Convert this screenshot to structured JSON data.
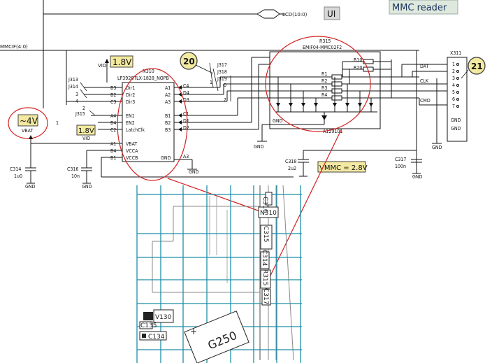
{
  "title_box": "MMC reader",
  "ui_tag": "UI",
  "lcd_label": "LCD(10:0)",
  "mmcif_label": "MMCIF(4:0)",
  "callouts": {
    "c20": "20",
    "c21": "21"
  },
  "voltages": {
    "v18_top": "1.8V",
    "v18_mid": "1.8V",
    "v4": "~4V",
    "vmmc": "VMMC = 2.8V"
  },
  "net_labels": {
    "vio_top": "VIO",
    "vio_mid": "VIO",
    "vbat_left": "VBAT",
    "one": "1"
  },
  "n310": {
    "ref": "N310",
    "part": "LP3928TLX-1828_NOPB",
    "left_pins": [
      {
        "num": "B3",
        "name": "Dir1"
      },
      {
        "num": "B2",
        "name": "Dir2"
      },
      {
        "num": "C3",
        "name": "Dir3"
      },
      {
        "num": "A4",
        "name": "EN1"
      },
      {
        "num": "B4",
        "name": "EN2"
      },
      {
        "num": "C2",
        "name": "LatchClk"
      },
      {
        "num": "A1",
        "name": "VBAT"
      },
      {
        "num": "B4",
        "name": "VCCA"
      },
      {
        "num": "B1",
        "name": "VCCB"
      }
    ],
    "right_pins": [
      {
        "num": "A1",
        "side": "C4"
      },
      {
        "num": "A2",
        "side": "D4"
      },
      {
        "num": "A3",
        "side": "D3"
      },
      {
        "num": "B1",
        "side": "C1"
      },
      {
        "num": "B2",
        "side": "D1"
      },
      {
        "num": "B3",
        "side": "D2"
      }
    ],
    "gnd_pin": "GND",
    "gnd_num": "A3"
  },
  "jumpers": [
    "J313",
    "J314",
    "J315",
    "J317",
    "J318",
    "J319"
  ],
  "jumper_nums_left": [
    "3",
    "2",
    "4"
  ],
  "jumper_nums_right": [
    "1",
    "0",
    "2"
  ],
  "r315": {
    "ref": "R315",
    "part": "EMIF04-MMC02F2",
    "pins": [
      "R1",
      "R2",
      "R3",
      "R4"
    ],
    "pullups": [
      "R10",
      "R20"
    ],
    "gnd": "GND",
    "code": "A129101"
  },
  "x311": {
    "ref": "X311",
    "signals": [
      "DAT",
      "CLK",
      "CMD"
    ],
    "pins": [
      "1",
      "2",
      "3",
      "4",
      "5",
      "6",
      "7"
    ],
    "gnd1": "GND",
    "gnd2": "GND"
  },
  "caps": {
    "c314": {
      "ref": "C314",
      "val": "1u0"
    },
    "c316": {
      "ref": "C316",
      "val": "10n"
    },
    "c318": {
      "ref": "C318",
      "val": "2u2"
    },
    "c317": {
      "ref": "C317",
      "val": "100n"
    }
  },
  "gnd_labels": [
    "GND",
    "GND",
    "GND",
    "GND",
    "GND",
    "GND"
  ],
  "pcb_labels": {
    "n310": "N310",
    "c315": "C315",
    "c314": "C314",
    "r315": "R315",
    "c317": "C317",
    "v130": "V130",
    "c135": "C135",
    "c134": "C134",
    "g250": "G250",
    "c316": "C316"
  }
}
